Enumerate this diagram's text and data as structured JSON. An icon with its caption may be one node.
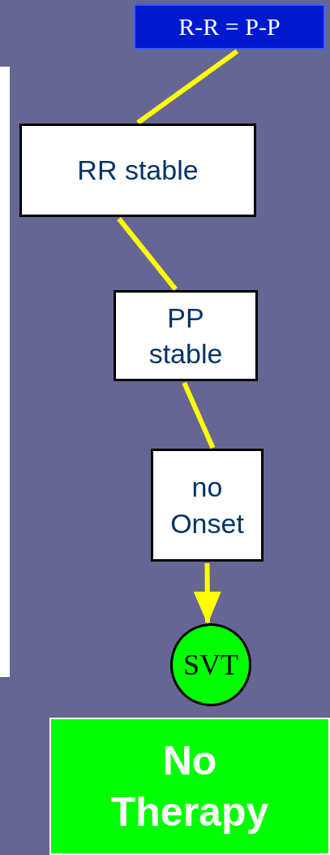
{
  "diagram": {
    "nodes": [
      {
        "text": [
          "R-R = P-P"
        ]
      },
      {
        "text": [
          "RR stable"
        ]
      },
      {
        "text": [
          "PP stable"
        ]
      },
      {
        "text": [
          "no Onset"
        ]
      },
      {
        "text": [
          "SVT"
        ]
      },
      {
        "text": [
          "No Therapy"
        ]
      }
    ],
    "edges": [
      {
        "from": 0,
        "to": 1,
        "arrow": "none"
      },
      {
        "from": 1,
        "to": 2,
        "arrow": "none"
      },
      {
        "from": 2,
        "to": 3,
        "arrow": "none"
      },
      {
        "from": 3,
        "to": 4,
        "arrow": "to"
      }
    ]
  }
}
